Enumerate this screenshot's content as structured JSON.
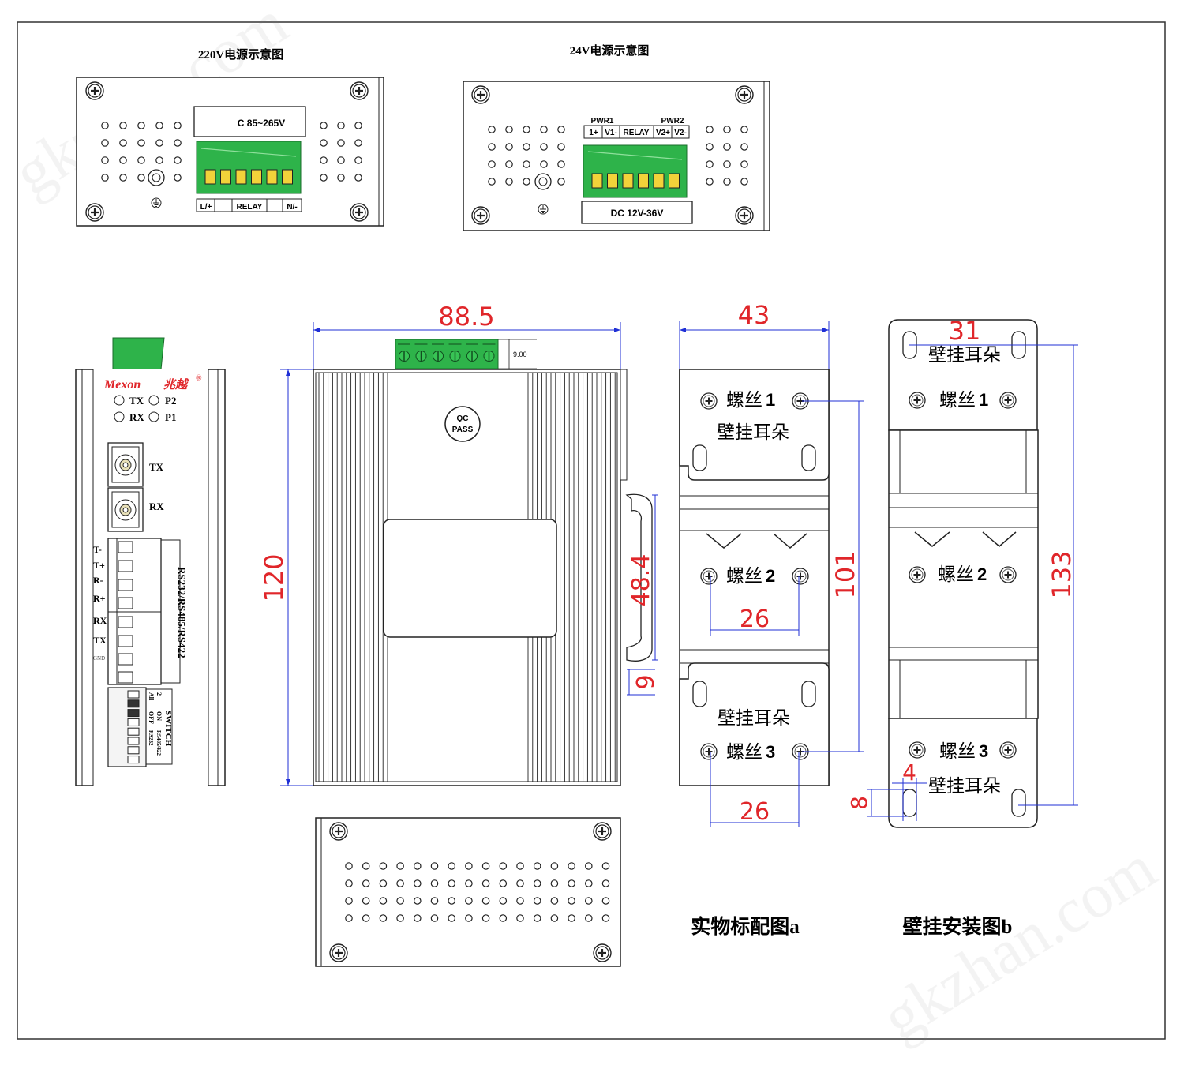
{
  "panel_220v": {
    "title": "220V电源示意图",
    "voltage": "C 85~265V",
    "terminals": [
      "L/+",
      "RELAY",
      "N/-"
    ]
  },
  "panel_24v": {
    "title": "24V电源示意图",
    "pwr1": "PWR1",
    "pwr2": "PWR2",
    "terminals": [
      "1+",
      "V1-",
      "RELAY",
      "V2+",
      "V2-"
    ],
    "voltage": "DC 12V-36V"
  },
  "front": {
    "brand": "Mexon",
    "brand_cn": "兆越",
    "reg_mark": "®",
    "leds": [
      "TX",
      "P2",
      "RX",
      "P1"
    ],
    "fiber_ports": [
      "TX",
      "RX"
    ],
    "serial_pins": [
      "T-",
      "T+",
      "R-",
      "R+",
      "RX",
      "TX",
      "GND"
    ],
    "serial_label": "RS232/RS485/RS422",
    "switch_label": "SWITCH",
    "switch_rows": [
      "2",
      "All",
      "ON",
      "OFF",
      "RS485/422",
      "RS232"
    ]
  },
  "side": {
    "qc_line1": "QC",
    "qc_line2": "PASS",
    "dim_width": "88.5",
    "dim_height": "120",
    "dim_terminal": "9.00",
    "dim_din": "48.4",
    "dim_din_lower": "9"
  },
  "fig_a": {
    "dim_width": "43",
    "screw1": "螺丝",
    "screw1_num": "1",
    "screw2": "螺丝",
    "screw2_num": "2",
    "screw3": "螺丝",
    "screw3_num": "3",
    "ear_top": "壁挂耳朵",
    "ear_bottom": "壁挂耳朵",
    "dim_26_mid": "26",
    "dim_26_bottom": "26",
    "dim_101": "101",
    "caption": "实物标配图a"
  },
  "fig_b": {
    "dim_31": "31",
    "ear_top": "壁挂耳朵",
    "ear_bottom": "壁挂耳朵",
    "screw1": "螺丝",
    "screw1_num": "1",
    "screw2": "螺丝",
    "screw2_num": "2",
    "screw3": "螺丝",
    "screw3_num": "3",
    "dim_133": "133",
    "dim_4": "4",
    "dim_8": "8",
    "caption": "壁挂安装图b"
  },
  "watermark": "gkzhan.com",
  "colors": {
    "terminal_green": "#2eb34a",
    "terminal_yellow": "#f2d23a",
    "dimension_red": "#e0262a",
    "dimension_blue": "#1f2fd6"
  }
}
